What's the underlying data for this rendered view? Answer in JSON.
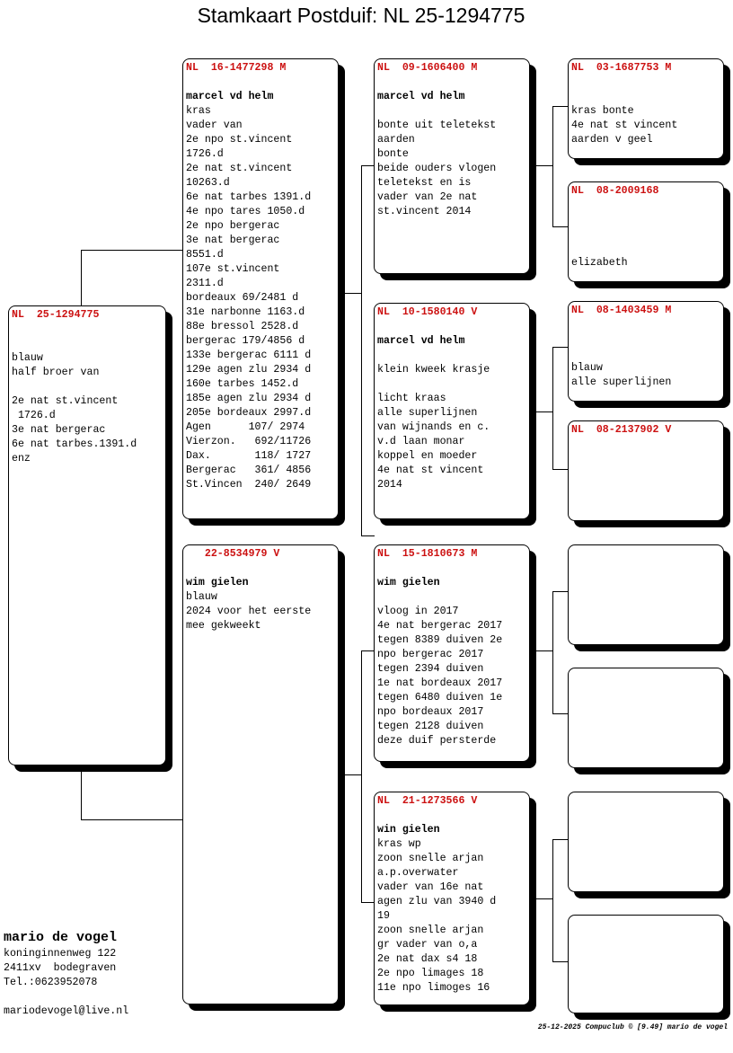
{
  "title": "Stamkaart Postduif: NL  25-1294775",
  "subject": {
    "ring": "NL  25-1294775",
    "owner": "",
    "lines": [
      "",
      "blauw",
      "half broer van",
      "",
      "2e nat st.vincent",
      " 1726.d",
      "3e nat bergerac",
      "6e nat tarbes.1391.d",
      "enz"
    ]
  },
  "sire": {
    "ring": "NL  16-1477298 M",
    "owner": "marcel vd helm",
    "lines": [
      "kras",
      "vader van",
      "2e npo st.vincent",
      "1726.d",
      "2e nat st.vincent",
      "10263.d",
      "6e nat tarbes 1391.d",
      "4e npo tares 1050.d",
      "2e npo bergerac",
      "3e nat bergerac",
      "8551.d",
      "107e st.vincent",
      "2311.d",
      "bordeaux 69/2481 d",
      "31e narbonne 1163.d",
      "88e bressol 2528.d",
      "bergerac 179/4856 d",
      "133e bergerac 6111 d",
      "129e agen zlu 2934 d",
      "160e tarbes 1452.d",
      "185e agen zlu 2934 d",
      "205e bordeaux 2997.d",
      "Agen      107/ 2974",
      "Vierzon.   692/11726",
      "Dax.       118/ 1727",
      "Bergerac   361/ 4856",
      "St.Vincen  240/ 2649"
    ]
  },
  "dam": {
    "ring": "   22-8534979 V",
    "owner": "wim gielen",
    "lines": [
      "blauw",
      "2024 voor het eerste",
      "mee gekweekt"
    ]
  },
  "sire_sire": {
    "ring": "NL  09-1606400 M",
    "owner": "marcel vd helm",
    "lines": [
      "",
      "bonte uit teletekst",
      "aarden",
      "bonte",
      "beide ouders vlogen",
      "teletekst en is",
      "vader van 2e nat",
      "st.vincent 2014"
    ]
  },
  "sire_dam": {
    "ring": "NL  10-1580140 V",
    "owner": "marcel vd helm",
    "lines": [
      "",
      "klein kweek krasje",
      "",
      "licht kraas",
      "alle superlijnen",
      "van wijnands en c.",
      "v.d laan monar",
      "koppel en moeder",
      "4e nat st vincent",
      "2014"
    ]
  },
  "dam_sire": {
    "ring": "NL  15-1810673 M",
    "owner": "wim gielen",
    "lines": [
      "",
      "vloog in 2017",
      "4e nat bergerac 2017",
      "tegen 8389 duiven 2e",
      "npo bergerac 2017",
      "tegen 2394 duiven",
      "1e nat bordeaux 2017",
      "tegen 6480 duiven 1e",
      "npo bordeaux 2017",
      "tegen 2128 duiven",
      "deze duif persterde"
    ]
  },
  "dam_dam": {
    "ring": "NL  21-1273566 V",
    "owner": "win gielen",
    "lines": [
      "kras wp",
      "zoon snelle arjan",
      "a.p.overwater",
      "vader van 16e nat",
      "agen zlu van 3940 d",
      "19",
      "zoon snelle arjan",
      "gr vader van o,a",
      "2e nat dax s4 18",
      "2e npo limages 18",
      "11e npo limoges 16"
    ]
  },
  "ss_sire": {
    "ring": "NL  03-1687753 M",
    "owner": "",
    "lines": [
      "",
      "kras bonte",
      "4e nat st vincent",
      "aarden v geel"
    ]
  },
  "ss_dam": {
    "ring": "NL  08-2009168",
    "owner": "",
    "lines": [
      "",
      "",
      "",
      "elizabeth"
    ]
  },
  "sd_sire": {
    "ring": "NL  08-1403459 M",
    "owner": "",
    "lines": [
      "",
      "",
      "blauw",
      "alle superlijnen"
    ]
  },
  "sd_dam": {
    "ring": "NL  08-2137902 V",
    "owner": "",
    "lines": []
  },
  "breeder": {
    "name": "mario de vogel",
    "street": "koninginnenweg 122",
    "city": "2411xv  bodegraven",
    "phone": "Tel.:0623952078",
    "email": "mariodevogel@live.nl"
  },
  "footer": "25-12-2025   Compuclub © [9.49]  mario de vogel"
}
